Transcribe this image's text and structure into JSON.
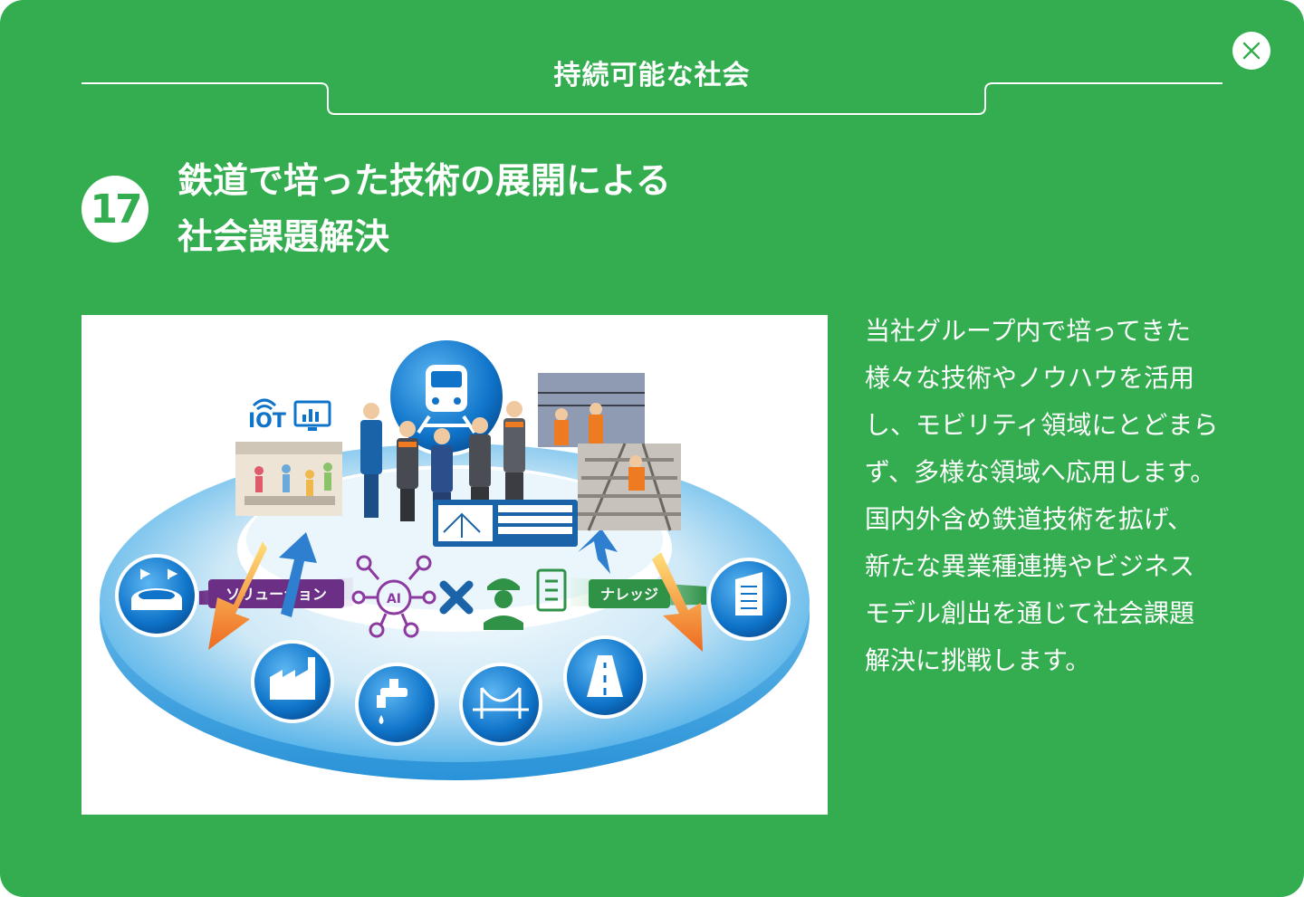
{
  "modal": {
    "category": "持続可能な社会",
    "number": "17",
    "title_lines": [
      "鉄道で培った技術の展開による",
      "社会課題解決"
    ],
    "description_lines": [
      "当社グループ内で培ってきた",
      "様々な技術やノウハウを活用",
      "し、モビリティ領域にとどまら",
      "ず、多様な領域へ応用します。",
      "国内外含め鉄道技術を拡げ、",
      "新たな異業種連携やビジネス",
      "モデル創出を通じて社会課題",
      "解決に挑戦します。"
    ]
  },
  "illustration": {
    "iot_label": "IOT",
    "ai_label": "AI",
    "left_arrow_label": "ソリューション",
    "right_arrow_label": "ナレッジ",
    "icons": [
      "train-icon",
      "stadium-icon",
      "factory-icon",
      "faucet-icon",
      "bridge-icon",
      "road-icon",
      "building-icon"
    ]
  },
  "colors": {
    "brand_green": "#33ad4f",
    "icon_blue": "#0f74c9",
    "solution_purple": "#7b3a93",
    "knowledge_green": "#3a9d4a",
    "arrow_orange": "#f08a1f"
  }
}
